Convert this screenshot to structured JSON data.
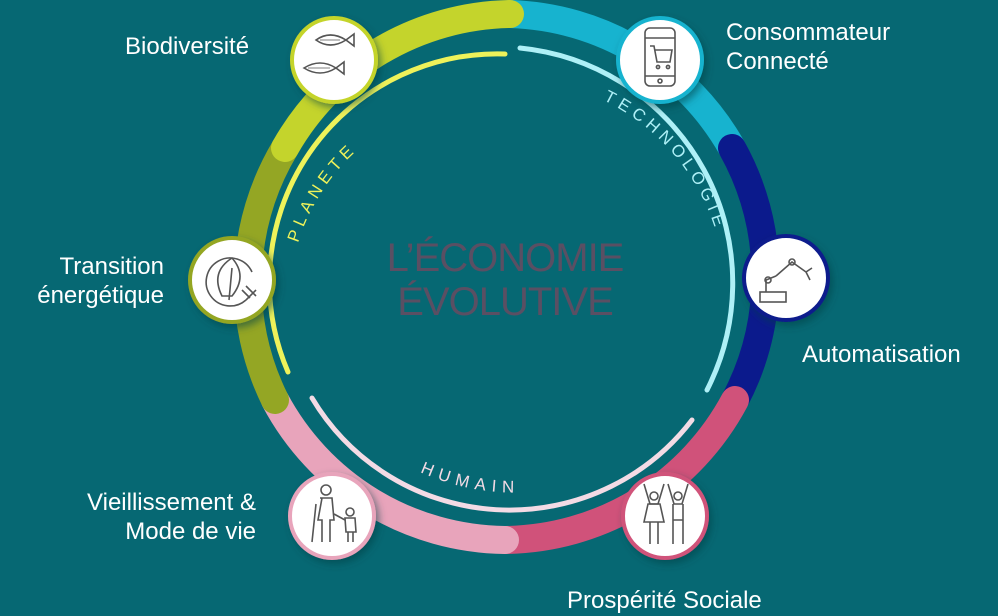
{
  "title": {
    "line1": "L’ÉCONOMIE",
    "line2": "ÉVOLUTIVE"
  },
  "arc_labels": {
    "planete": "PLANETE",
    "technologie": "TECHNOLOGIE",
    "humain": "HUMAIN"
  },
  "nodes": {
    "biodiversite": {
      "label": "Biodiversité",
      "icon": "fish-icon"
    },
    "consommateur": {
      "line1": "Consommateur",
      "line2": "Connecté",
      "icon": "smartphone-cart-icon"
    },
    "transition": {
      "line1": "Transition",
      "line2": "énergétique",
      "icon": "leaf-plug-icon"
    },
    "automatisation": {
      "label": "Automatisation",
      "icon": "robot-arm-icon"
    },
    "vieillissement": {
      "line1": "Vieillissement &",
      "line2": "Mode de vie",
      "icon": "elder-child-icon"
    },
    "prosperite": {
      "label": "Prospérité Sociale",
      "icon": "people-cheering-icon"
    }
  },
  "colors": {
    "background": "#066873",
    "planete": "#c4d42c",
    "planete_dark": "#94a624",
    "technologie": "#17b3cf",
    "automation": "#0b1a8c",
    "humain_light": "#e8a4bb",
    "humain_dark": "#d0527a",
    "inner_planete": "#eef25a",
    "inner_tech": "#aef0f7",
    "inner_humain": "#f3dbe5",
    "title": "#5a4f63"
  }
}
